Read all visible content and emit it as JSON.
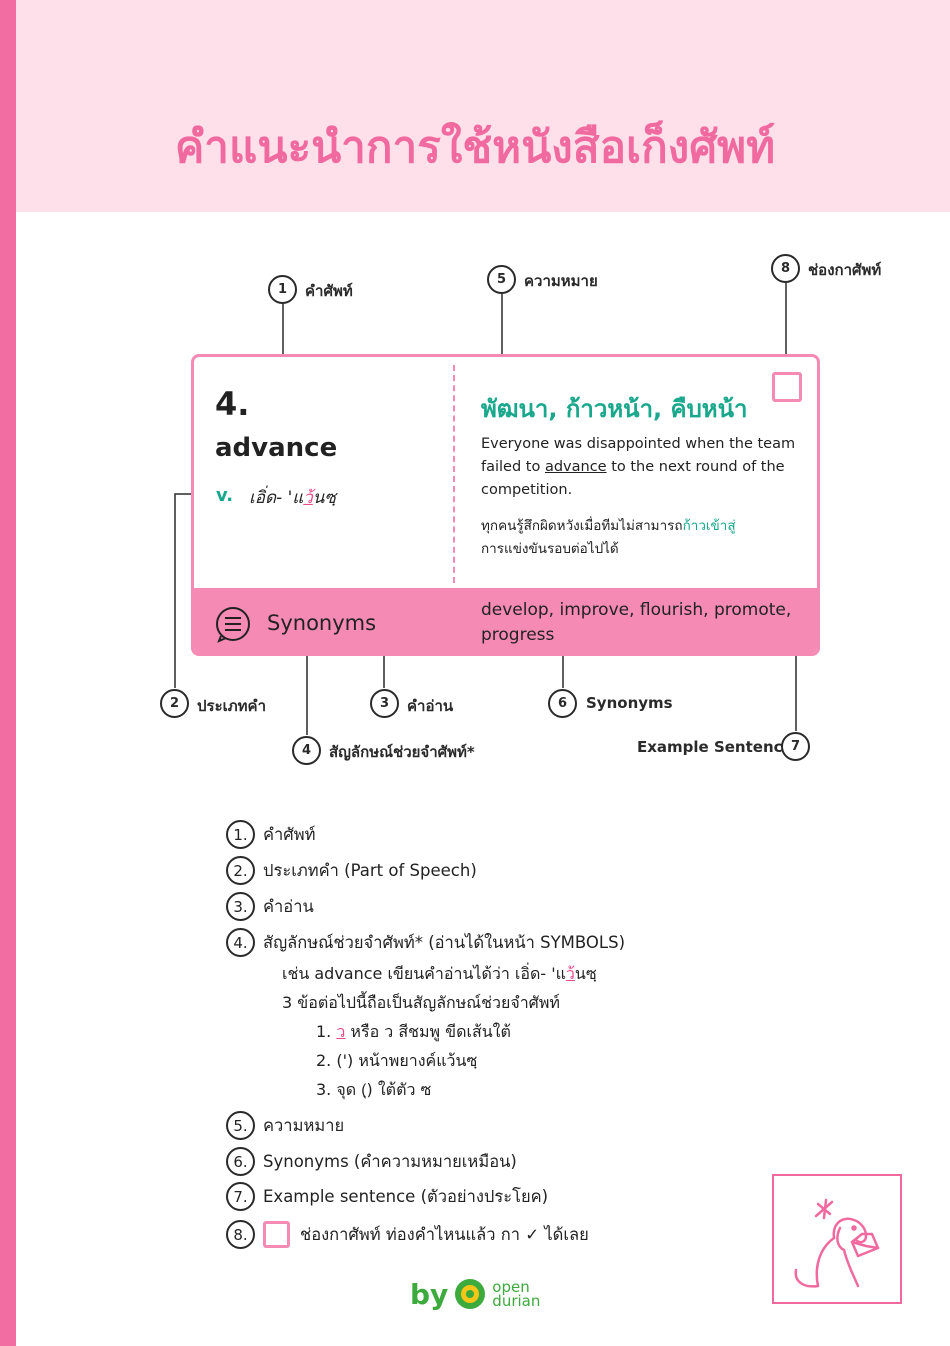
{
  "title": "คำแนะนำการใช้หนังสือเก็งศัพท์",
  "callouts": {
    "c1": {
      "num": "1",
      "label": "คำศัพท์"
    },
    "c2": {
      "num": "2",
      "label": "ประเภทคำ"
    },
    "c3": {
      "num": "3",
      "label": "คำอ่าน"
    },
    "c4": {
      "num": "4",
      "label": "สัญลักษณ์ช่วยจำศัพท์*"
    },
    "c5": {
      "num": "5",
      "label": "ความหมาย"
    },
    "c6": {
      "num": "6",
      "label": "Synonyms"
    },
    "c7": {
      "num": "7",
      "label": "Example Sentence"
    },
    "c8": {
      "num": "8",
      "label": "ช่องกาศัพท์"
    }
  },
  "card": {
    "number": "4.",
    "word": "advance",
    "pos": "v.",
    "pron_pre": "เอิ่ด- 'แ",
    "pron_mark": "ว",
    "pron_post": "้นซฺ",
    "meaning": "พัฒนา, ก้าวหน้า, คืบหน้า",
    "ex_en_1": "Everyone was disappointed when the team failed to ",
    "ex_en_hl": "advance",
    "ex_en_2": " to the next round of the competition.",
    "ex_th_1": "ทุกคนรู้สึกผิดหวังเมื่อทีมไม่สามารถ",
    "ex_th_hl": "ก้าวเข้าสู่",
    "ex_th_2": "การแข่งขันรอบต่อไปได้",
    "syn_label": "Synonyms",
    "syn_words": "develop, improve, flourish, promote, progress"
  },
  "legend": {
    "i1": {
      "num": "1.",
      "text": "คำศัพท์"
    },
    "i2": {
      "num": "2.",
      "text": "ประเภทคำ (Part of Speech)"
    },
    "i3": {
      "num": "3.",
      "text": "คำอ่าน"
    },
    "i4": {
      "num": "4.",
      "text": "สัญลักษณ์ช่วยจำศัพท์* (อ่านได้ในหน้า SYMBOLS)"
    },
    "i4_sub1_pre": "เช่น advance เขียนคำอ่านได้ว่า เอิ่ด- 'แ",
    "i4_sub1_mark": "ว",
    "i4_sub1_post": "้นซฺ",
    "i4_sub2": "3 ข้อต่อไปนี้ถือเป็นสัญลักษณ์ช่วยจำศัพท์",
    "i4_r1_pre": "1. ",
    "i4_r1_mark": "ว",
    "i4_r1_post": " หรือ ว สีชมพู ขีดเส้นใต้",
    "i4_r2": "2. (') หน้าพยางค์แว้นซฺ",
    "i4_r3": "3. จุด (ฺ) ใต้ตัว ซ",
    "i5": {
      "num": "5.",
      "text": "ความหมาย"
    },
    "i6": {
      "num": "6.",
      "text": "Synonyms (คำความหมายเหมือน)"
    },
    "i7": {
      "num": "7.",
      "text": "Example sentence (ตัวอย่างประโยค)"
    },
    "i8": {
      "num": "8.",
      "text": "ช่องกาศัพท์ ท่องคำไหนแล้ว กา ✓ ได้เลย"
    }
  },
  "logo": {
    "by": "by",
    "line1": "open",
    "line2": "durian"
  },
  "colors": {
    "pink": "#f26ea2",
    "pink_light": "#fde0ea",
    "green": "#19a88c",
    "card_pink": "#f58bb5"
  }
}
